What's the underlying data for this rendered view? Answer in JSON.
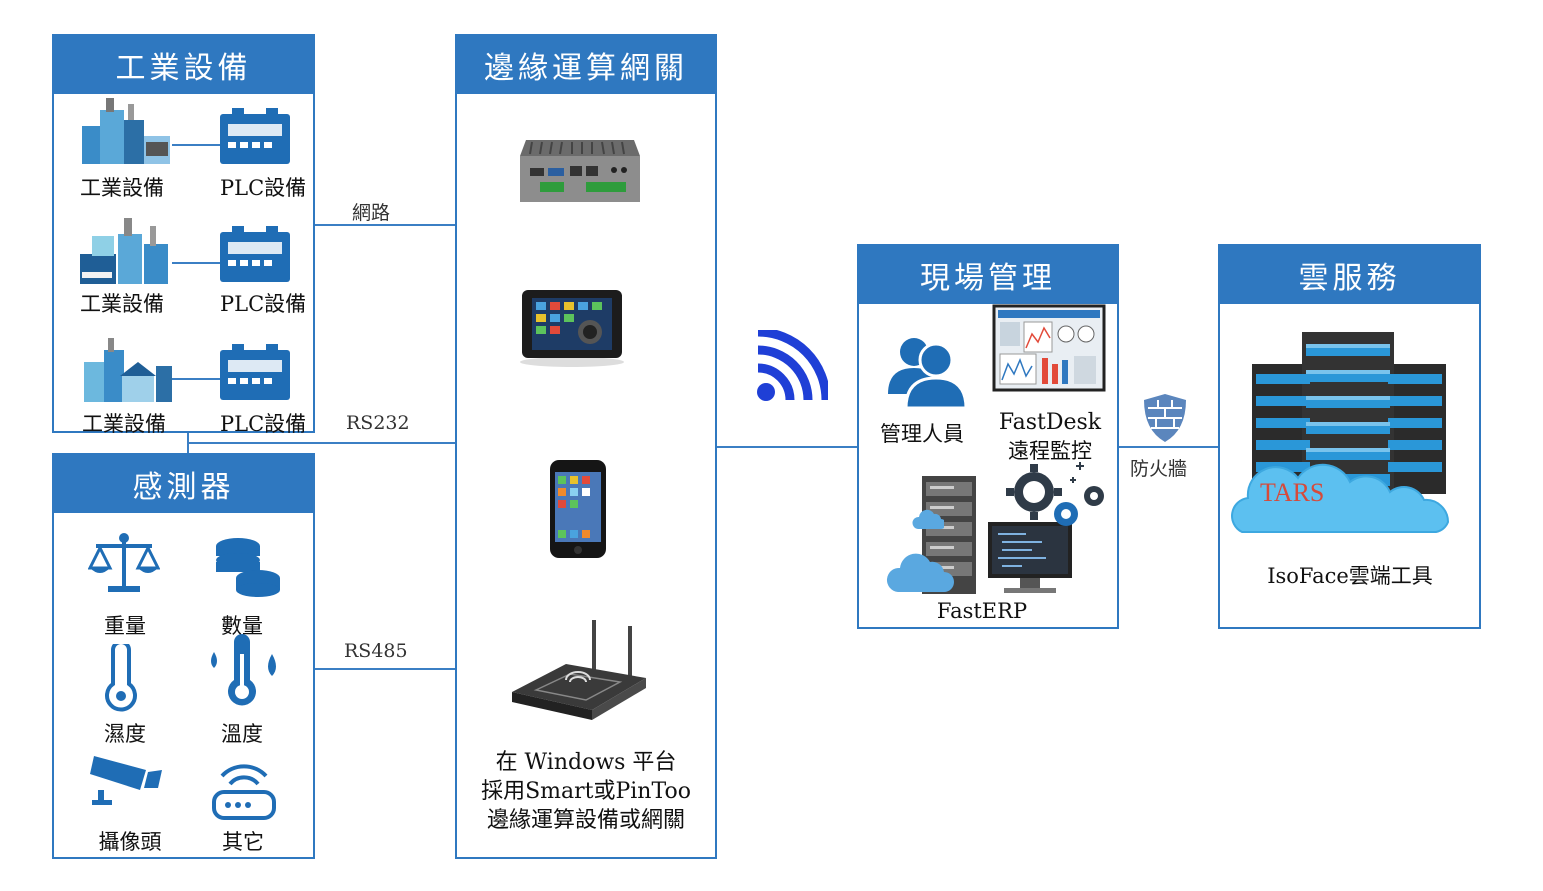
{
  "panels": {
    "industrial": {
      "title": "工業設備",
      "rows": [
        {
          "equipment": "工業設備",
          "plc": "PLC設備"
        },
        {
          "equipment": "工業設備",
          "plc": "PLC設備"
        },
        {
          "equipment": "工業設備",
          "plc": "PLC設備"
        }
      ]
    },
    "sensors": {
      "title": "感測器",
      "items": [
        "重量",
        "數量",
        "濕度",
        "溫度",
        "攝像頭",
        "其它"
      ]
    },
    "edge": {
      "title": "邊緣運算網關",
      "caption": [
        "在 Windows 平台",
        "採用Smart或PinToo",
        "邊緣運算設備或網關"
      ]
    },
    "site": {
      "title": "現場管理",
      "admin_label": "管理人員",
      "fastdesk_label": [
        "FastDesk",
        "遠程監控"
      ],
      "fasterp_label": "FastERP"
    },
    "cloud": {
      "title": "雲服務",
      "brand": "TARS",
      "tool_label": "IsoFace雲端工具"
    }
  },
  "connections": {
    "network": "網路",
    "rs232": "RS232",
    "rs485": "RS485",
    "firewall": "防火牆"
  },
  "colors": {
    "accent": "#2f78c0",
    "wifi": "#1f3fd6",
    "line": "#3b7fc4"
  },
  "icons": [
    "factory-icon",
    "plc-icon",
    "scale-icon",
    "database-icon",
    "thermometer-icon",
    "camera-icon",
    "router-icon",
    "mini-pc-icon",
    "tablet-icon",
    "phone-icon",
    "wireless-router-icon",
    "wifi-icon",
    "users-icon",
    "monitor-icon",
    "server-icon",
    "cloud-icon",
    "gear-icon",
    "firewall-icon"
  ]
}
